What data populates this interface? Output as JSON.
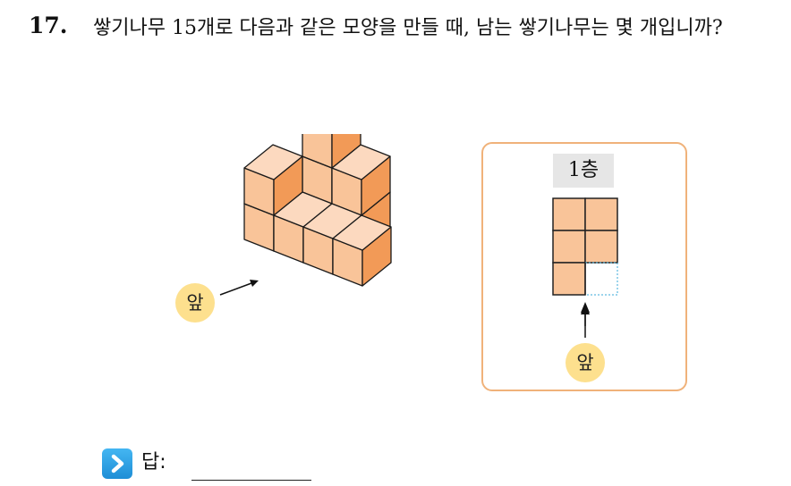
{
  "question": {
    "number": "17.",
    "text": "쌓기나무 15개로 다음과 같은 모양을 만들 때, 남는 쌓기나무는 몇 개입니까?"
  },
  "figure": {
    "front_label": "앞",
    "layer_label": "1층",
    "cube_colors": {
      "top": "#fcd9bf",
      "left": "#f9c499",
      "right": "#f29a57"
    },
    "panel_border_color": "#f0b27a"
  },
  "answer": {
    "label": "답:",
    "icon": "chevron-right-icon"
  }
}
